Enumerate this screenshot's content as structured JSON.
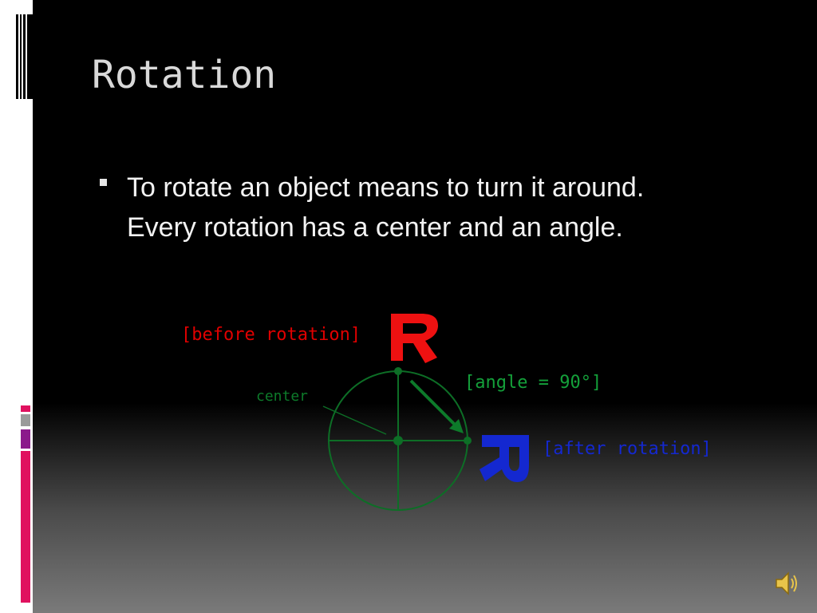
{
  "slide": {
    "title": "Rotation",
    "bullet": {
      "line1": "To rotate an object means to turn it around.",
      "line2": "Every rotation has a center and an angle."
    }
  },
  "diagram": {
    "label_before": "[before rotation]",
    "label_center": "center",
    "label_angle": "[angle = 90°]",
    "label_after": "[after rotation]",
    "letter": "R",
    "colors": {
      "before": "#e00000",
      "after": "#1428d0",
      "circle": "#0d7a2a"
    }
  },
  "icons": {
    "audio": "speaker-icon"
  }
}
